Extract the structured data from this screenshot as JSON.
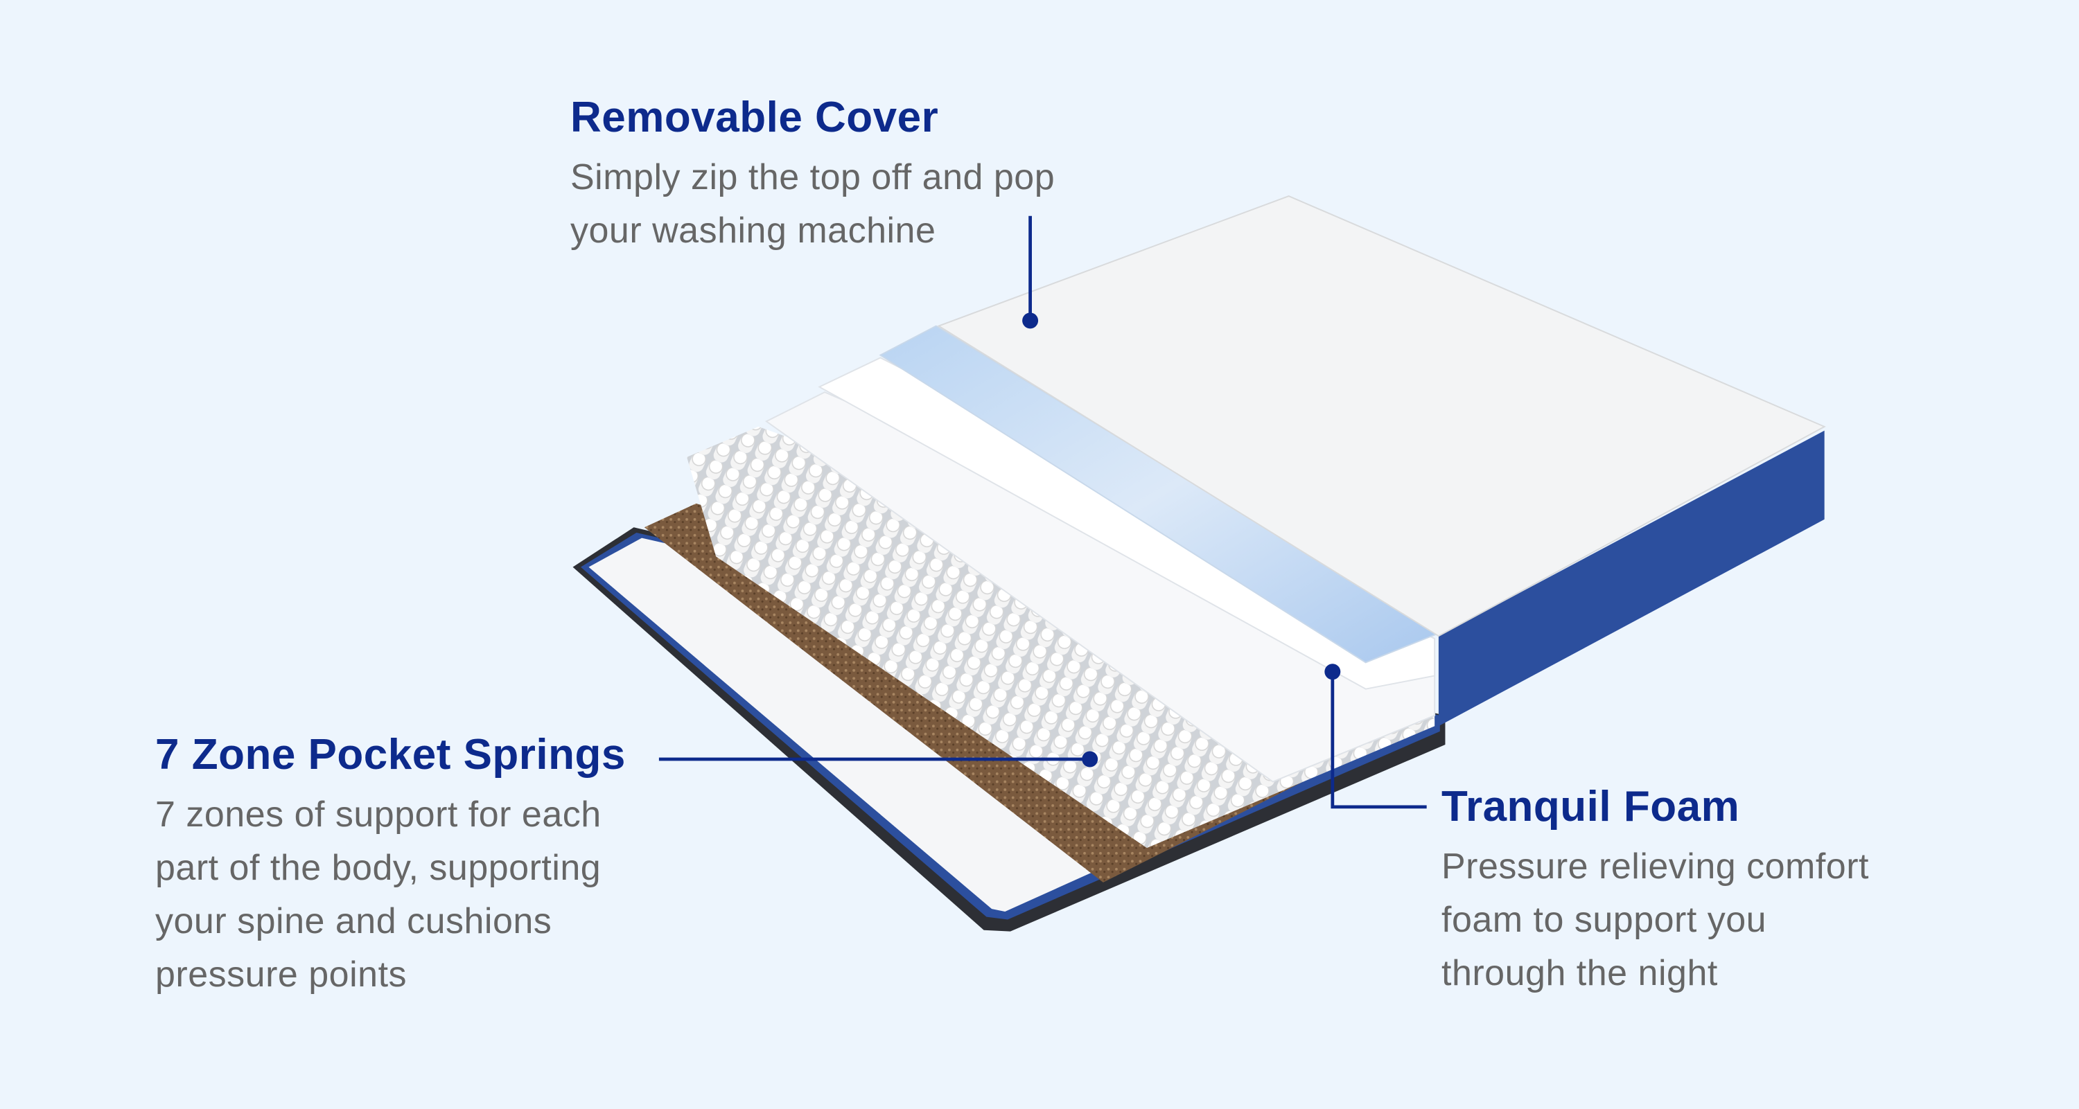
{
  "colors": {
    "background": "#edf5fd",
    "heading": "#0d2a8c",
    "body_text": "#666666",
    "leader_line": "#0d2a8c",
    "mattress_side": "#2c4f9e"
  },
  "features": [
    {
      "title": "Removable Cover",
      "lines": [
        "Simply zip the top off and pop",
        "your washing machine"
      ]
    },
    {
      "title": "7 Zone Pocket Springs",
      "lines": [
        "7 zones of support for each",
        "part of the body, supporting",
        "your spine and cushions",
        "pressure points"
      ]
    },
    {
      "title": "Tranquil Foam",
      "lines": [
        "Pressure relieving comfort",
        "foam to support you",
        "through the night"
      ]
    }
  ]
}
